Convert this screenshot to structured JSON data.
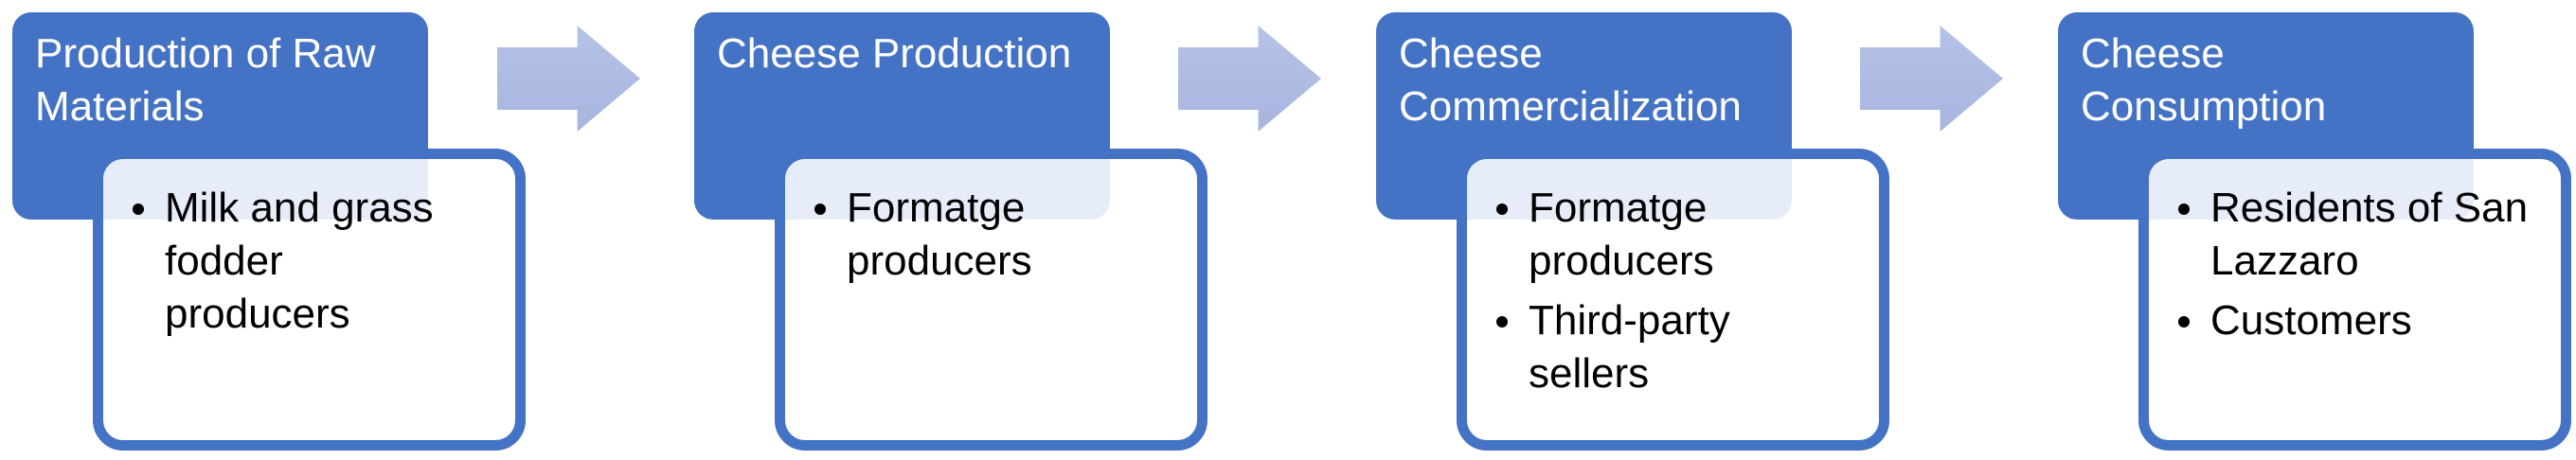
{
  "diagram": {
    "type": "process-flow",
    "direction": "left-to-right",
    "stages": [
      {
        "title": "Production of Raw\nMaterials",
        "items": [
          "Milk and grass\nfodder\nproducers"
        ]
      },
      {
        "title": "Cheese Production",
        "items": [
          "Formatge\nproducers"
        ]
      },
      {
        "title": "Cheese\nCommercialization",
        "items": [
          "Formatge\nproducers",
          "Third-party\nsellers"
        ]
      },
      {
        "title": "Cheese\nConsumption",
        "items": [
          "Residents of San\nLazzaro",
          "Customers"
        ]
      }
    ],
    "colors": {
      "stage_box_blue": "#4472C4",
      "content_box_border": "#4472C4",
      "content_box_fill": "rgba(255,255,255,0.87)",
      "arrow_fill_light": "#B6C2E7",
      "arrow_fill_dark": "#A7B5DF",
      "title_text": "#FFFFFF",
      "body_text": "#000000",
      "background": "#FFFFFF"
    }
  }
}
